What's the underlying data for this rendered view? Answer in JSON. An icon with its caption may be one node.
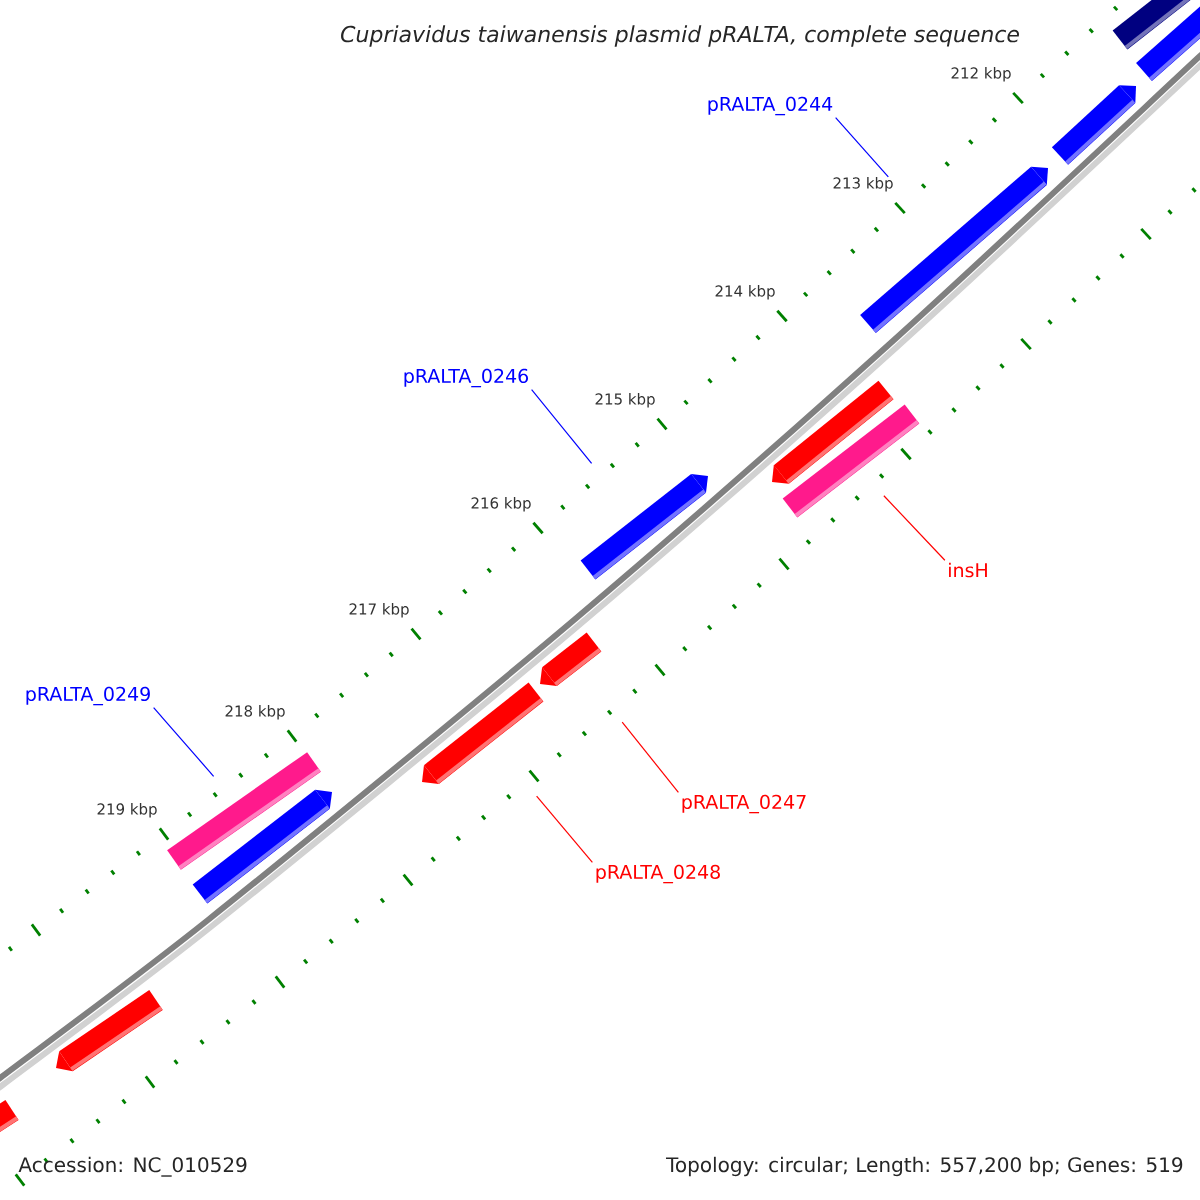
{
  "diagram": {
    "title": "Cupriavidus taiwanensis plasmid pRALTA, complete sequence",
    "nodes": [
      {
        "text": [
          "pRALTA_0244"
        ]
      },
      {
        "text": [],
        "shape": "bar"
      },
      {
        "text": [
          "pRALTA_0246"
        ]
      },
      {
        "text": [],
        "shape": "bar"
      },
      {
        "text": [
          "insH"
        ]
      },
      {
        "text": [],
        "shape": "bar"
      },
      {
        "text": [
          "pRALTA_0249"
        ]
      },
      {
        "text": [],
        "shape": "bar"
      },
      {
        "text": [
          "pRALTA_0247"
        ]
      },
      {
        "text": [],
        "shape": "bar"
      },
      {
        "text": [
          "pRALTA_0248"
        ]
      },
      {
        "text": [],
        "shape": "bar"
      }
    ],
    "edges": [
      {
        "from": 0,
        "to": 1,
        "arrow": "none",
        "color": "#0000ff"
      },
      {
        "from": 2,
        "to": 3,
        "arrow": "none",
        "color": "#0000ff"
      },
      {
        "from": 4,
        "to": 5,
        "arrow": "none",
        "color": "#ff0000"
      },
      {
        "from": 6,
        "to": 7,
        "arrow": "none",
        "color": "#0000ff"
      },
      {
        "from": 8,
        "to": 9,
        "arrow": "none",
        "color": "#ff0000"
      },
      {
        "from": 10,
        "to": 11,
        "arrow": "none",
        "color": "#ff0000"
      }
    ],
    "labels": [
      "212 kbp",
      "213 kbp",
      "214 kbp",
      "215 kbp",
      "216 kbp",
      "217 kbp",
      "218 kbp",
      "219 kbp",
      "Accession: NC_010529",
      "Topology: circular; Length: 557,200 bp; Genes: 519"
    ]
  }
}
